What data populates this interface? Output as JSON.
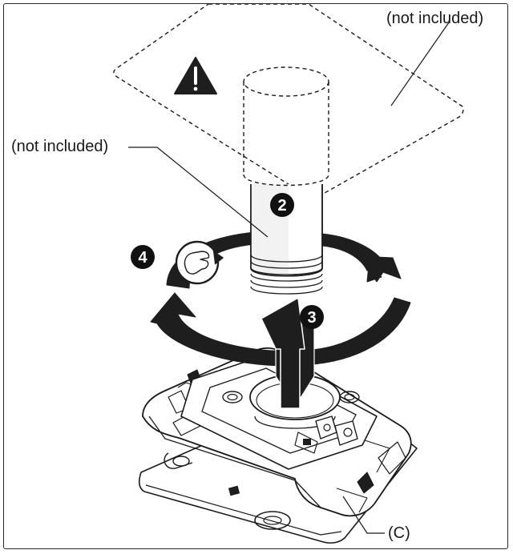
{
  "labels": {
    "not_included_top": "(not included)",
    "not_included_left": "(not included)",
    "part_c": "(C)"
  },
  "steps": {
    "step2": "2",
    "step3": "3",
    "step4": "4"
  },
  "icons": {
    "warning": "warning-triangle-icon",
    "hand": "hand-rotate-icon"
  },
  "colors": {
    "line": "#1a1a1a",
    "arrow_fill": "#1e1e1e",
    "background": "#ffffff"
  }
}
